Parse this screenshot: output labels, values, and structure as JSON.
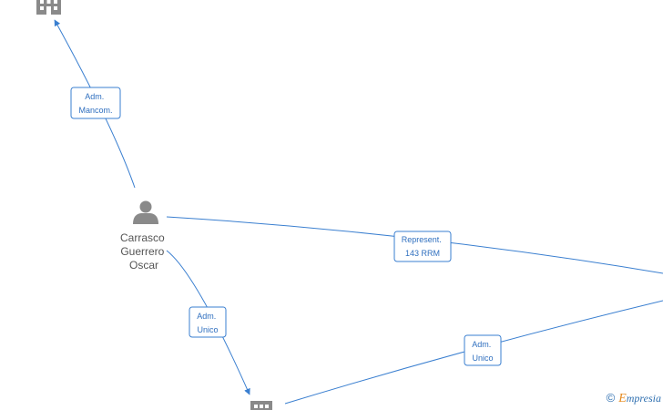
{
  "diagram": {
    "nodes": {
      "person": {
        "lines": [
          "Carrasco",
          "Guerrero",
          "Oscar"
        ],
        "icon": "person-icon"
      },
      "company_top": {
        "icon": "building-icon"
      },
      "company_bottom": {
        "icon": "building-icon"
      }
    },
    "edges": {
      "adm_mancom": {
        "lines": [
          "Adm.",
          "Mancom."
        ]
      },
      "represent": {
        "lines": [
          "Represent.",
          "143 RRM"
        ]
      },
      "adm_unico_left": {
        "lines": [
          "Adm.",
          "Unico"
        ]
      },
      "adm_unico_right": {
        "lines": [
          "Adm.",
          "Unico"
        ]
      }
    },
    "colors": {
      "edge": "#3a7fd0",
      "label_text": "#2f6fbf",
      "icon": "#8a8a8a"
    }
  },
  "footer": {
    "copyright": "©",
    "brand_initial": "E",
    "brand_rest": "mpresia"
  }
}
